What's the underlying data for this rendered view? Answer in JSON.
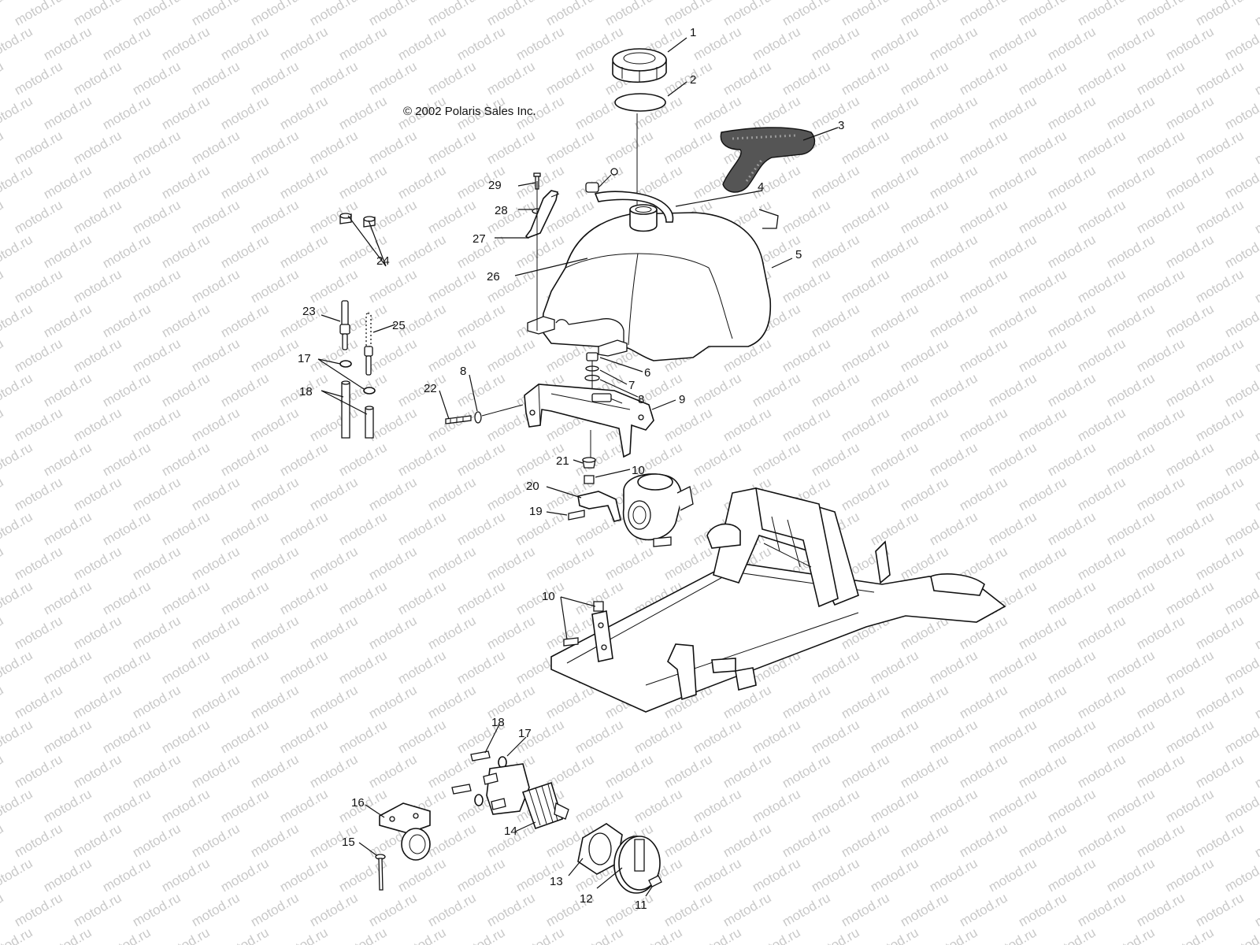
{
  "copyright": "© 2002 Polaris Sales Inc.",
  "watermark_text": "motod.ru",
  "callouts": [
    {
      "id": "c1",
      "label": "1"
    },
    {
      "id": "c2",
      "label": "2"
    },
    {
      "id": "c3",
      "label": "3"
    },
    {
      "id": "c4",
      "label": "4"
    },
    {
      "id": "c5",
      "label": "5"
    },
    {
      "id": "c6",
      "label": "6"
    },
    {
      "id": "c7",
      "label": "7"
    },
    {
      "id": "c8a",
      "label": "8"
    },
    {
      "id": "c8b",
      "label": "8"
    },
    {
      "id": "c9",
      "label": "9"
    },
    {
      "id": "c10a",
      "label": "10"
    },
    {
      "id": "c10b",
      "label": "10"
    },
    {
      "id": "c11",
      "label": "11"
    },
    {
      "id": "c12",
      "label": "12"
    },
    {
      "id": "c13",
      "label": "13"
    },
    {
      "id": "c14",
      "label": "14"
    },
    {
      "id": "c15",
      "label": "15"
    },
    {
      "id": "c16",
      "label": "16"
    },
    {
      "id": "c17a",
      "label": "17"
    },
    {
      "id": "c17b",
      "label": "17"
    },
    {
      "id": "c18a",
      "label": "18"
    },
    {
      "id": "c18b",
      "label": "18"
    },
    {
      "id": "c19",
      "label": "19"
    },
    {
      "id": "c20",
      "label": "20"
    },
    {
      "id": "c21",
      "label": "21"
    },
    {
      "id": "c22",
      "label": "22"
    },
    {
      "id": "c23",
      "label": "23"
    },
    {
      "id": "c24",
      "label": "24"
    },
    {
      "id": "c25",
      "label": "25"
    },
    {
      "id": "c26",
      "label": "26"
    },
    {
      "id": "c27",
      "label": "27"
    },
    {
      "id": "c28",
      "label": "28"
    },
    {
      "id": "c29",
      "label": "29"
    }
  ]
}
